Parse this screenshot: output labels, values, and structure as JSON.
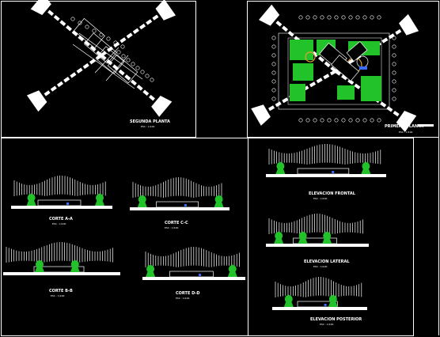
{
  "sheet": {
    "background": "#000000",
    "line_color": "#ffffff",
    "tree_color": "#22c22a",
    "accent_color": "#3b6bff"
  },
  "drawings": {
    "segunda_planta": {
      "title": "SEGUNDA PLANTA",
      "scale": "ESC : 1/100"
    },
    "primera_planta": {
      "title": "PRIMERA PLANTA",
      "scale": "ESC : 1/100"
    },
    "corte_a": {
      "title": "CORTE A-A",
      "scale": "ESC : 1/100"
    },
    "corte_c": {
      "title": "CORTE C-C",
      "scale": "ESC : 1/100"
    },
    "corte_b": {
      "title": "CORTE B-B",
      "scale": "ESC : 1/100"
    },
    "corte_d": {
      "title": "CORTE D-D",
      "scale": "ESC : 1/100"
    },
    "elev_frontal": {
      "title": "ELEVACION FRONTAL",
      "scale": "ESC : 1/100"
    },
    "elev_lateral": {
      "title": "ELEVACION LATERAL",
      "scale": "ESC : 1/100"
    },
    "elev_posterior": {
      "title": "ELEVACION POSTERIOR",
      "scale": "ESC : 1/100"
    }
  }
}
